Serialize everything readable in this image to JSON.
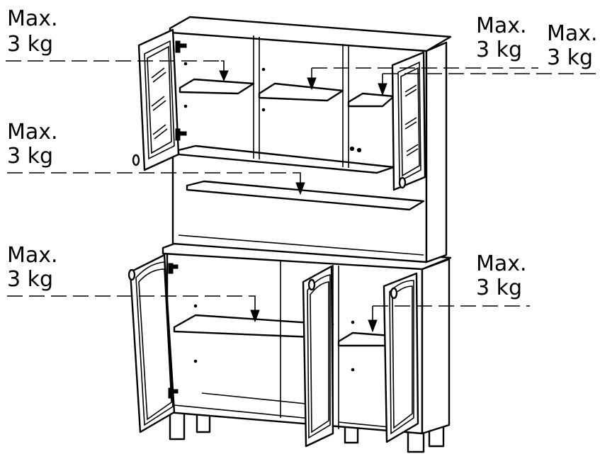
{
  "labels": [
    {
      "line1": "Max.",
      "line2": "3 kg"
    },
    {
      "line1": "Max.",
      "line2": "3 kg"
    },
    {
      "line1": "Max.",
      "line2": "3 kg"
    },
    {
      "line1": "Max.",
      "line2": "3 kg"
    },
    {
      "line1": "Max.",
      "line2": "3 kg"
    },
    {
      "line1": "Max.",
      "line2": "3 kg"
    }
  ],
  "colors": {
    "ink": "#000000",
    "background": "#ffffff"
  }
}
